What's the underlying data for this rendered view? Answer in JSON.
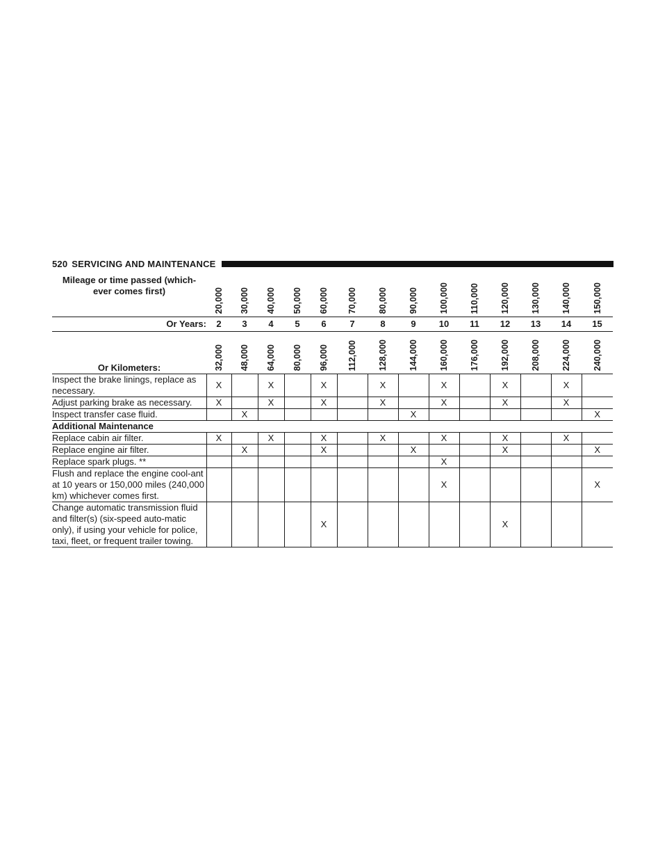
{
  "header": {
    "page_number": "520",
    "section_title": "SERVICING AND MAINTENANCE"
  },
  "table": {
    "mileage_label": "Mileage or time passed (which-ever comes first)",
    "mileage_label_line1": "Mileage or time passed (which-",
    "mileage_label_line2": "ever comes first)",
    "years_label": "Or Years:",
    "km_label": "Or Kilometers:",
    "miles": [
      "20,000",
      "30,000",
      "40,000",
      "50,000",
      "60,000",
      "70,000",
      "80,000",
      "90,000",
      "100,000",
      "110,000",
      "120,000",
      "130,000",
      "140,000",
      "150,000"
    ],
    "years": [
      "2",
      "3",
      "4",
      "5",
      "6",
      "7",
      "8",
      "9",
      "10",
      "11",
      "12",
      "13",
      "14",
      "15"
    ],
    "kilometers": [
      "32,000",
      "48,000",
      "64,000",
      "80,000",
      "96,000",
      "112,000",
      "128,000",
      "144,000",
      "160,000",
      "176,000",
      "192,000",
      "208,000",
      "224,000",
      "240,000"
    ],
    "rows": [
      {
        "type": "item",
        "label": "Inspect the brake linings, replace as necessary.",
        "marks": [
          "X",
          "",
          "X",
          "",
          "X",
          "",
          "X",
          "",
          "X",
          "",
          "X",
          "",
          "X",
          ""
        ]
      },
      {
        "type": "item",
        "label": "Adjust parking brake as necessary.",
        "marks": [
          "X",
          "",
          "X",
          "",
          "X",
          "",
          "X",
          "",
          "X",
          "",
          "X",
          "",
          "X",
          ""
        ]
      },
      {
        "type": "item",
        "label": "Inspect transfer case fluid.",
        "marks": [
          "",
          "X",
          "",
          "",
          "",
          "",
          "",
          "X",
          "",
          "",
          "",
          "",
          "",
          "X"
        ]
      },
      {
        "type": "section",
        "label": "Additional Maintenance"
      },
      {
        "type": "item",
        "label": "Replace cabin air filter.",
        "marks": [
          "X",
          "",
          "X",
          "",
          "X",
          "",
          "X",
          "",
          "X",
          "",
          "X",
          "",
          "X",
          ""
        ]
      },
      {
        "type": "item",
        "label": "Replace engine air filter.",
        "marks": [
          "",
          "X",
          "",
          "",
          "X",
          "",
          "",
          "X",
          "",
          "",
          "X",
          "",
          "",
          "X"
        ]
      },
      {
        "type": "item",
        "label": "Replace spark plugs. **",
        "marks": [
          "",
          "",
          "",
          "",
          "",
          "",
          "",
          "",
          "X",
          "",
          "",
          "",
          "",
          ""
        ]
      },
      {
        "type": "item",
        "label": "Flush and replace the engine cool-ant at 10 years or 150,000 miles (240,000 km) whichever comes first.",
        "marks": [
          "",
          "",
          "",
          "",
          "",
          "",
          "",
          "",
          "X",
          "",
          "",
          "",
          "",
          "X"
        ]
      },
      {
        "type": "item",
        "label": "Change automatic transmission fluid and filter(s) (six-speed auto-matic only), if using your vehicle for police, taxi, fleet, or frequent trailer towing.",
        "marks": [
          "",
          "",
          "",
          "",
          "X",
          "",
          "",
          "",
          "",
          "",
          "X",
          "",
          "",
          ""
        ]
      }
    ]
  }
}
